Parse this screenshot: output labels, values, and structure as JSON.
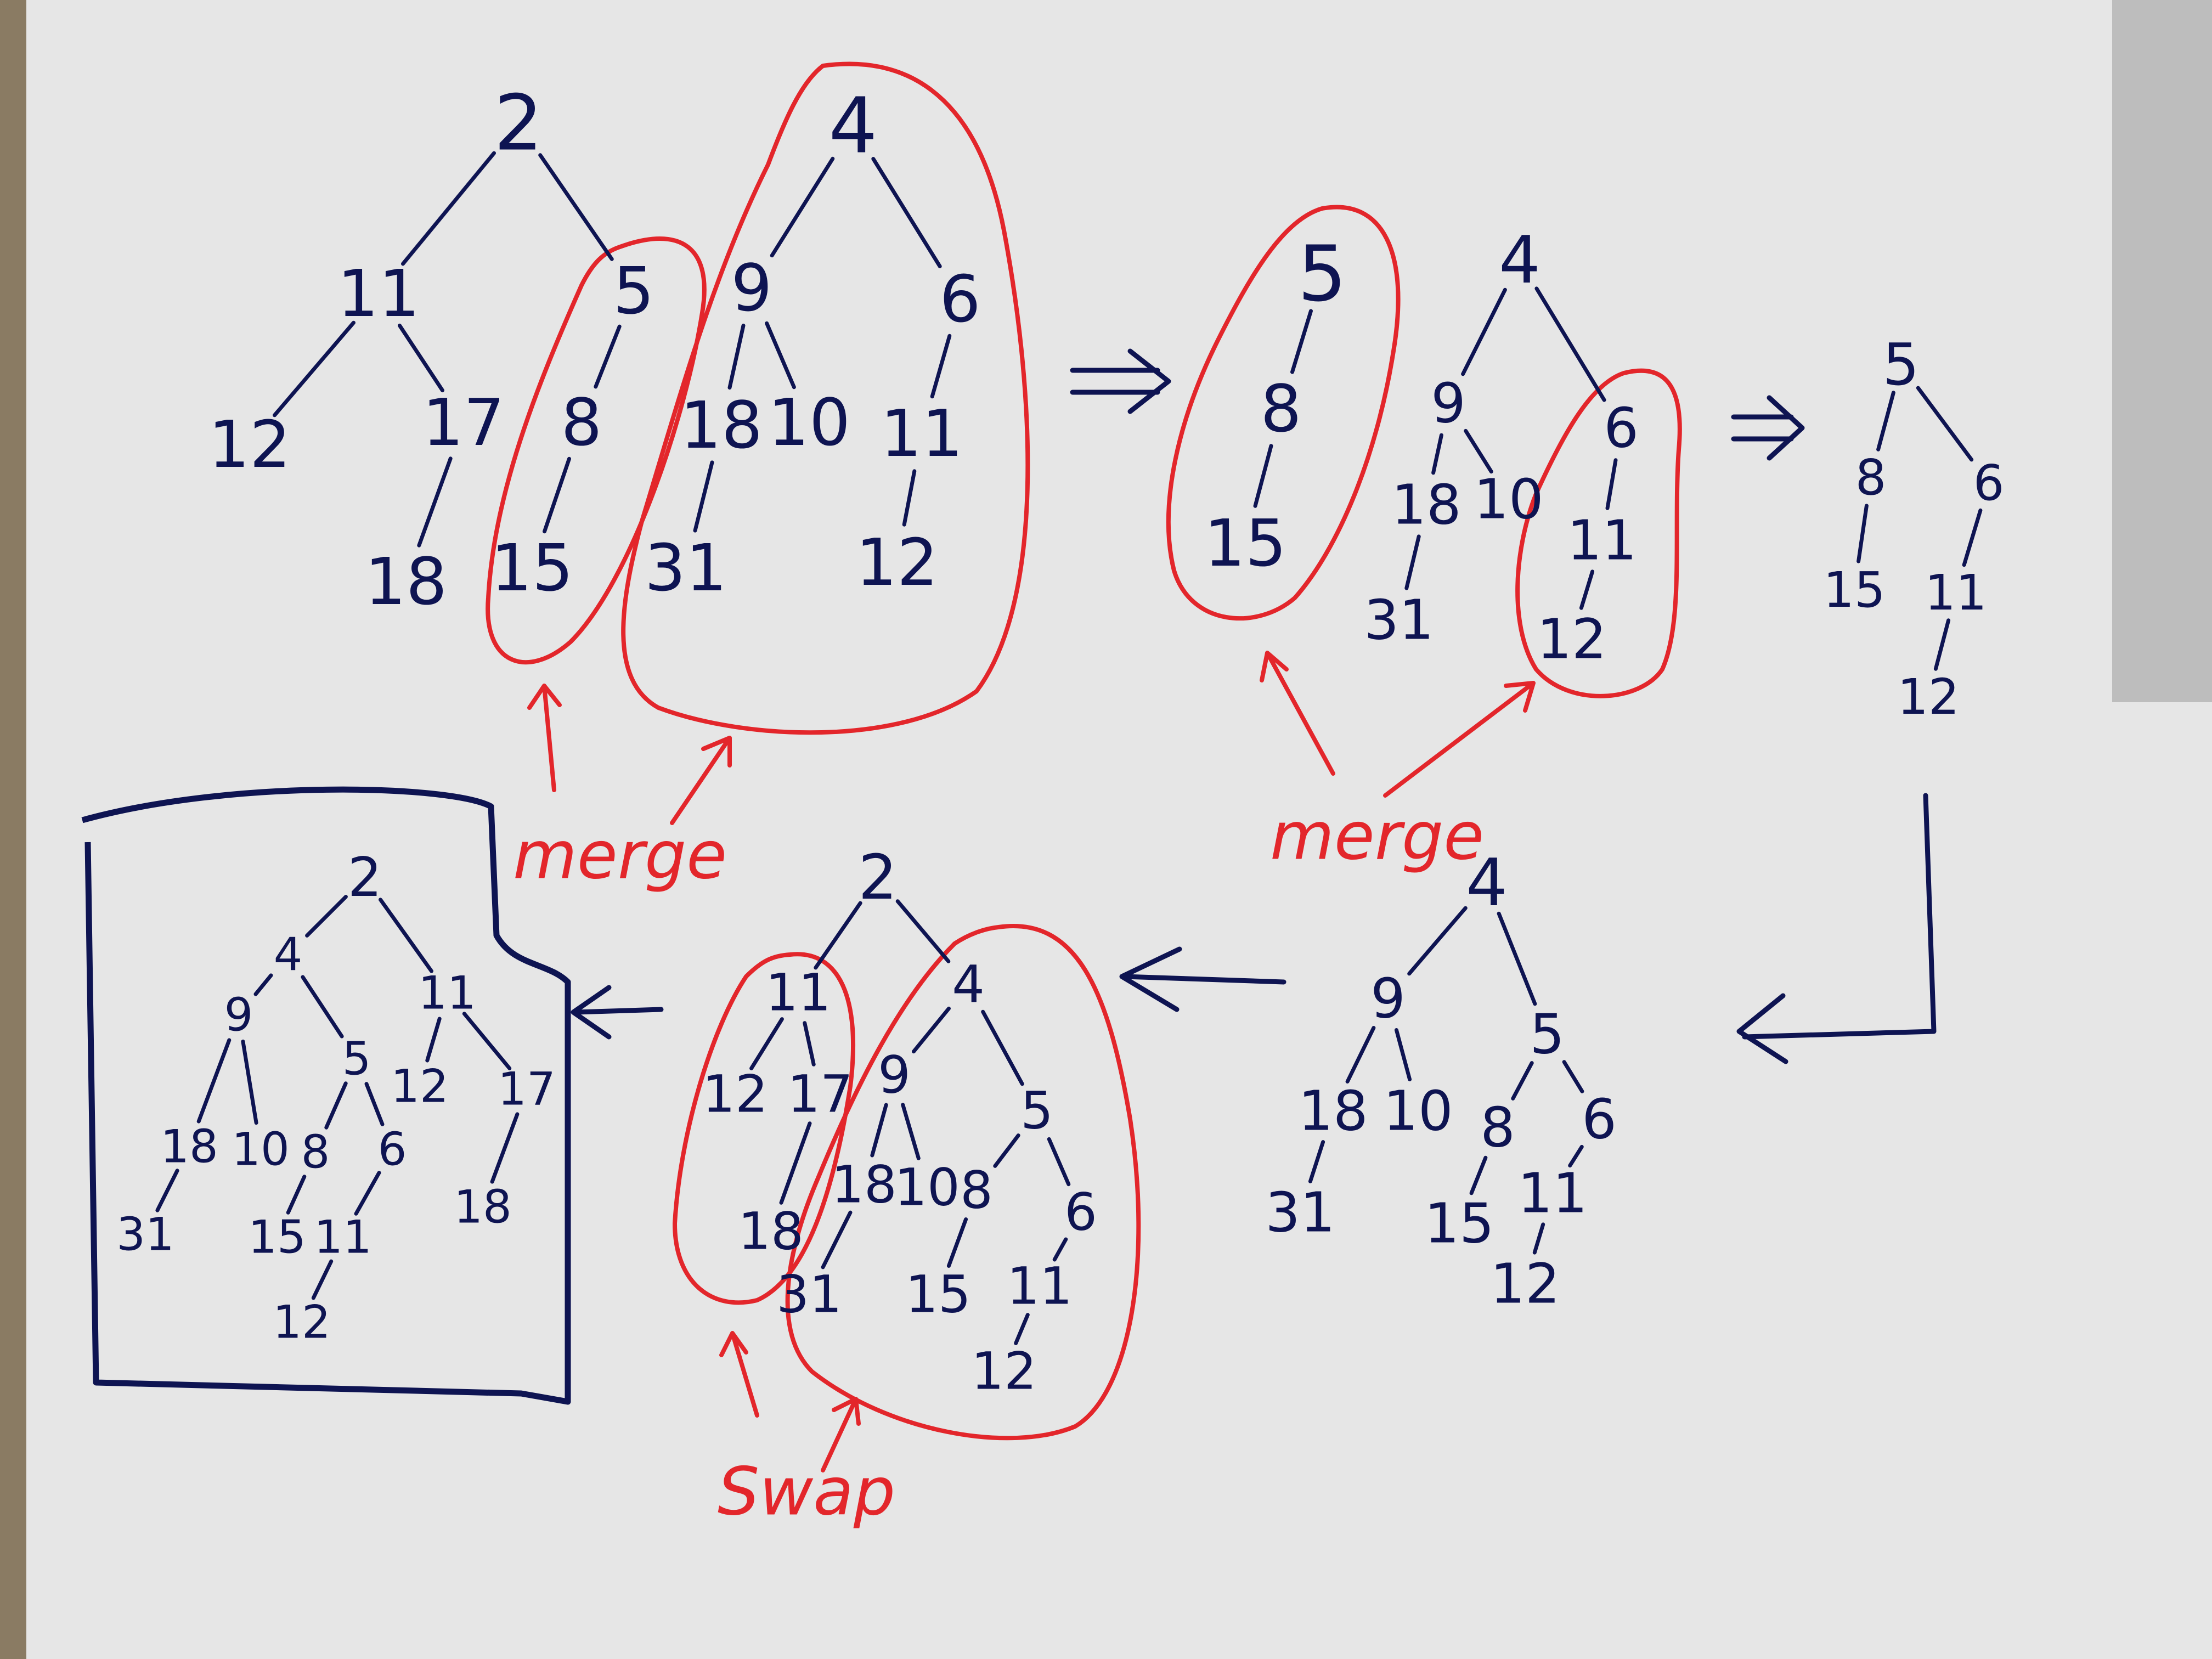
{
  "colors": {
    "board": "#e6e6e6",
    "marker_blue": "#0e1452",
    "marker_red": "#e3262b"
  },
  "annotations": {
    "merge_1": "merge",
    "merge_2": "merge",
    "swap": "Swap"
  },
  "trees": {
    "t1": {
      "nodes": [
        "2",
        "11",
        "5",
        "12",
        "17",
        "8",
        "18",
        "15"
      ]
    },
    "t2": {
      "nodes": [
        "4",
        "9",
        "6",
        "18",
        "10",
        "11",
        "31",
        "12"
      ]
    },
    "t3": {
      "nodes": [
        "5",
        "8",
        "15"
      ]
    },
    "t4": {
      "nodes": [
        "4",
        "9",
        "6",
        "18",
        "10",
        "11",
        "31",
        "12"
      ]
    },
    "t5": {
      "nodes": [
        "5",
        "8",
        "6",
        "15",
        "11",
        "12"
      ]
    },
    "t6": {
      "nodes": [
        "4",
        "9",
        "5",
        "18",
        "10",
        "8",
        "6",
        "31",
        "15",
        "11",
        "12"
      ]
    },
    "t7": {
      "nodes": [
        "2",
        "11",
        "4",
        "12",
        "17",
        "18",
        "9",
        "5",
        "18",
        "10",
        "8",
        "6",
        "31",
        "15",
        "11",
        "12"
      ]
    },
    "t8": {
      "nodes": [
        "2",
        "4",
        "11",
        "9",
        "5",
        "12",
        "17",
        "18",
        "10",
        "8",
        "6",
        "18",
        "31",
        "15",
        "11",
        "12"
      ]
    }
  },
  "arrows": [
    "double-arrow-right",
    "double-arrow-right",
    "l-arrow-left",
    "arrow-left",
    "arrow-left"
  ]
}
